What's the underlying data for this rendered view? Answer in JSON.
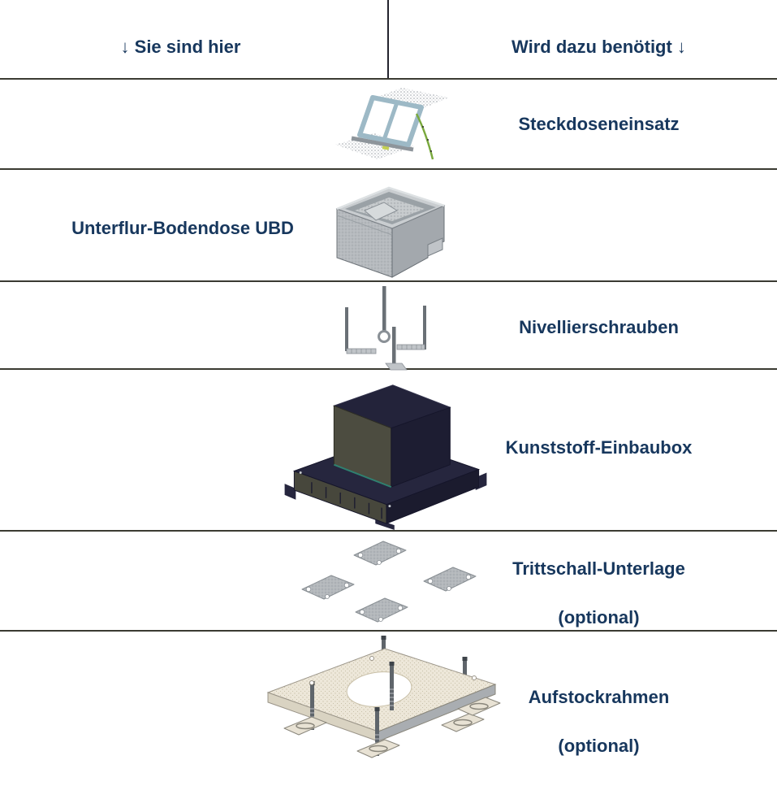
{
  "header": {
    "left": "↓ Sie sind hier",
    "right": "Wird dazu benötigt ↓"
  },
  "rows": [
    {
      "label": "Steckdoseneinsatz",
      "sublabel": "",
      "image": "socket-insert",
      "label_column": "right"
    },
    {
      "label": "Unterflur-Bodendose UBD",
      "sublabel": "",
      "image": "underfloor-box",
      "label_column": "left"
    },
    {
      "label": "Nivellierschrauben",
      "sublabel": "",
      "image": "leveling-screws",
      "label_column": "right"
    },
    {
      "label": "Kunststoff-Einbaubox",
      "sublabel": "",
      "image": "plastic-mounting-box",
      "label_column": "right"
    },
    {
      "label": "Trittschall-Unterlage",
      "sublabel": "(optional)",
      "image": "impact-sound-pads",
      "label_column": "right"
    },
    {
      "label": "Aufstockrahmen",
      "sublabel": "(optional)",
      "image": "raising-frame",
      "label_column": "right"
    }
  ],
  "colors": {
    "text": "#17375d",
    "divider_line": "#3b3b32",
    "steel_blue_frame": "#9db9c6",
    "cable_green": "#7aa93e",
    "metal_gray": "#b6babe",
    "dark_plastic_navy": "#23233a",
    "dark_plastic_olive": "#4c4c40",
    "cream_frame": "#ede7d9"
  }
}
